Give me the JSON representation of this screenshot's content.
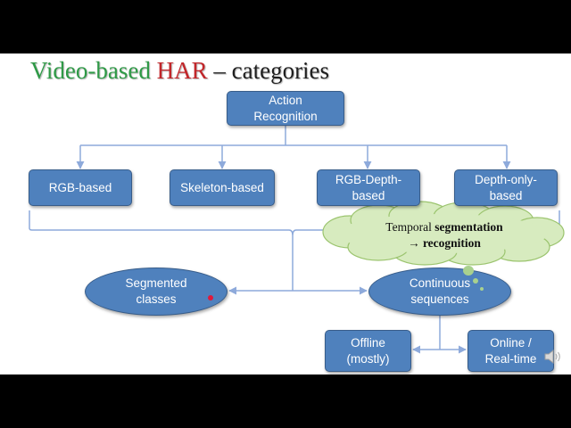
{
  "slide": {
    "title_part1": "Video-based ",
    "title_part2": "HAR",
    "title_part3": " – categories"
  },
  "nodes": {
    "root": {
      "line1": "Action",
      "line2": "Recognition"
    },
    "rgb": {
      "line1": "RGB-based"
    },
    "skeleton": {
      "line1": "Skeleton-based"
    },
    "rgbd": {
      "line1": "RGB-Depth-",
      "line2": "based"
    },
    "depth": {
      "line1": "Depth-only-",
      "line2": "based"
    },
    "segmented": {
      "line1": "Segmented",
      "line2": "classes"
    },
    "continuous": {
      "line1": "Continuous",
      "line2": "sequences"
    },
    "offline": {
      "line1": "Offline",
      "line2": "(mostly)"
    },
    "online": {
      "line1": "Online /",
      "line2": "Real-time"
    }
  },
  "cloud": {
    "text_plain": "Temporal ",
    "text_bold": "segmentation",
    "arrow": "→ ",
    "text_bold2": "recognition"
  },
  "colors": {
    "box_fill": "#4f81bd",
    "box_border": "#385d8a",
    "connector": "#8eaadb",
    "cloud_fill": "#d7ebbf",
    "cloud_border": "#9bc46e",
    "title_green": "#2f9a47",
    "title_red": "#c2262a"
  },
  "icons": {
    "speaker": "speaker-icon"
  }
}
